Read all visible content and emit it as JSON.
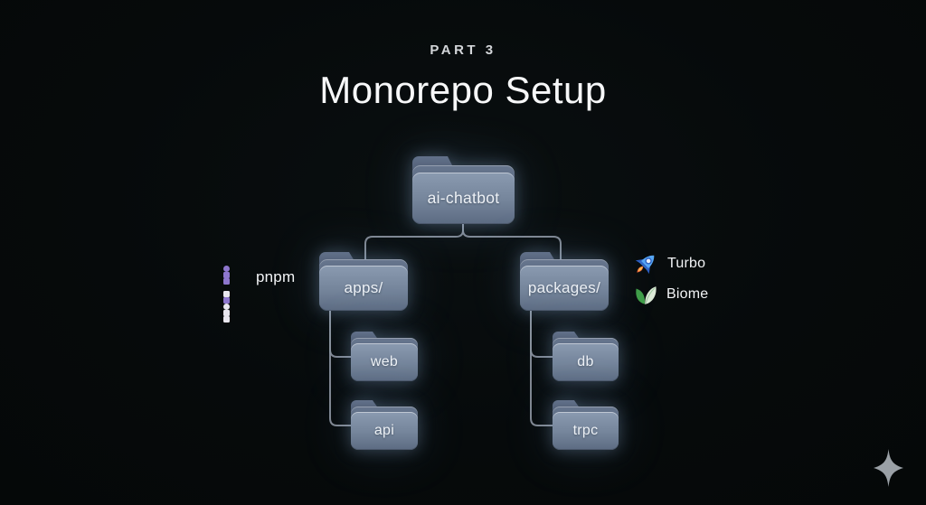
{
  "slide": {
    "part_label": "PART 3",
    "title": "Monorepo Setup"
  },
  "tree": {
    "root": {
      "label": "ai-chatbot"
    },
    "branches": [
      {
        "label": "apps/",
        "children": [
          {
            "label": "web"
          },
          {
            "label": "api"
          }
        ]
      },
      {
        "label": "packages/",
        "children": [
          {
            "label": "db"
          },
          {
            "label": "trpc"
          }
        ]
      }
    ]
  },
  "tools": [
    {
      "label": "pnpm",
      "icon": "pnpm-grid-icon",
      "brand_color": "#8d76cd"
    },
    {
      "label": "Turbo",
      "icon": "rocket-icon",
      "brand_color": "#4a9df2"
    },
    {
      "label": "Biome",
      "icon": "leaves-icon",
      "brand_color": "#4aa44e"
    }
  ],
  "footer": {
    "icon": "sparkle-icon",
    "color": "#9aa0a6"
  },
  "palette": {
    "background": "#060a0b",
    "part_label_color": "#d3d6d9",
    "title_color": "#f7f8f9",
    "folder_front_top": "#8a9ab0",
    "folder_front_bottom": "#5c6b82",
    "folder_back": "#4c5a70",
    "folder_label_color": "#edf1f6",
    "connector_color": "#8b939d",
    "sparkle_color": "#9aa0a6"
  }
}
